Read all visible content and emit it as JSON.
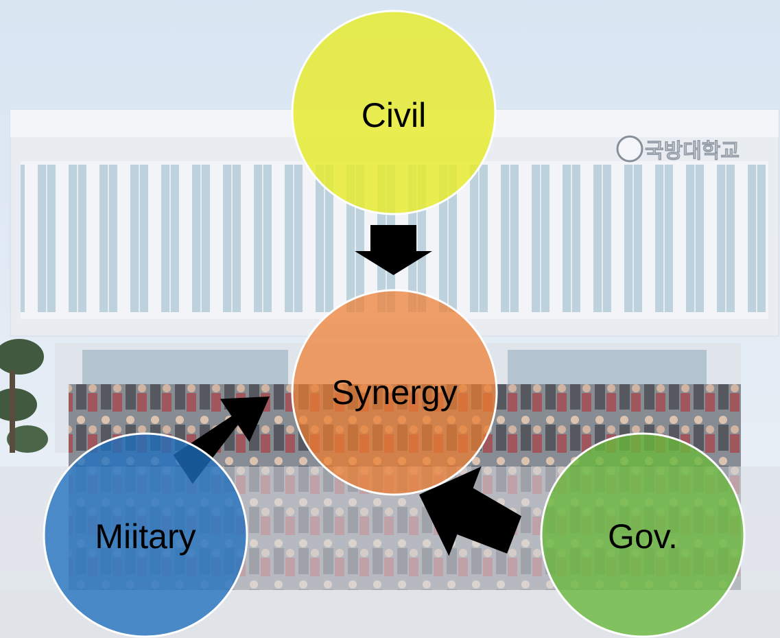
{
  "diagram": {
    "nodes": {
      "civil": {
        "label": "Civil",
        "color": "#e6ec2a"
      },
      "synergy": {
        "label": "Synergy",
        "color": "#ee7d2f"
      },
      "military": {
        "label": "Miitary",
        "color": "#1f6fbf"
      },
      "gov": {
        "label": "Gov.",
        "color": "#6ab83c"
      }
    },
    "arrows": [
      {
        "from": "civil",
        "to": "synergy"
      },
      {
        "from": "military",
        "to": "synergy"
      },
      {
        "from": "gov",
        "to": "synergy"
      }
    ],
    "background": {
      "signage": "국방대학교",
      "sky_color": "#dbe6f1",
      "building_color": "#e9edf2"
    }
  }
}
